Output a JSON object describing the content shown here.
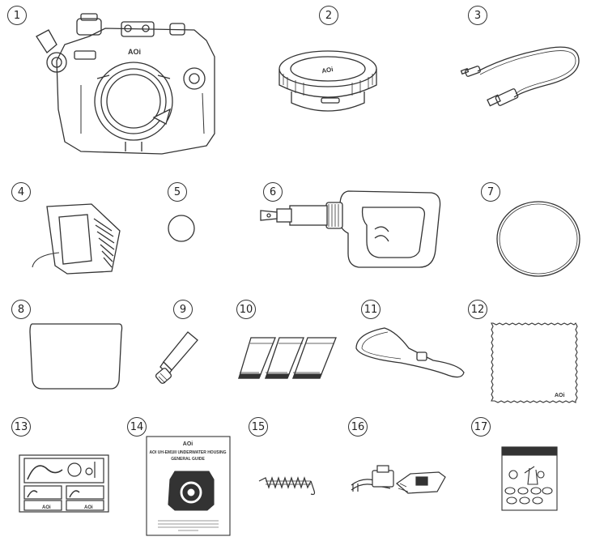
{
  "items": [
    {
      "n": "1",
      "name": "housing"
    },
    {
      "n": "2",
      "name": "lens-port-cap"
    },
    {
      "n": "3",
      "name": "usb-cable"
    },
    {
      "n": "4",
      "name": "lcd-hood"
    },
    {
      "n": "5",
      "name": "small-o-ring"
    },
    {
      "n": "6",
      "name": "vacuum-pump"
    },
    {
      "n": "7",
      "name": "large-o-ring"
    },
    {
      "n": "8",
      "name": "screen-protector"
    },
    {
      "n": "9",
      "name": "silicone-grease"
    },
    {
      "n": "10",
      "name": "desiccant-packs"
    },
    {
      "n": "11",
      "name": "lanyard"
    },
    {
      "n": "12",
      "name": "cleaning-cloth"
    },
    {
      "n": "13",
      "name": "sticker-sheet"
    },
    {
      "n": "14",
      "name": "general-guide"
    },
    {
      "n": "15",
      "name": "spring"
    },
    {
      "n": "16",
      "name": "cable-clip"
    },
    {
      "n": "17",
      "name": "spare-parts-bag"
    }
  ],
  "guide": {
    "brand": "AOi",
    "title_line1": "AOI UH-EM1III UNDERWATER HOUSING",
    "title_line2": "GENERAL GUIDE"
  },
  "colors": {
    "line": "#333333",
    "fill": "#ffffff"
  }
}
